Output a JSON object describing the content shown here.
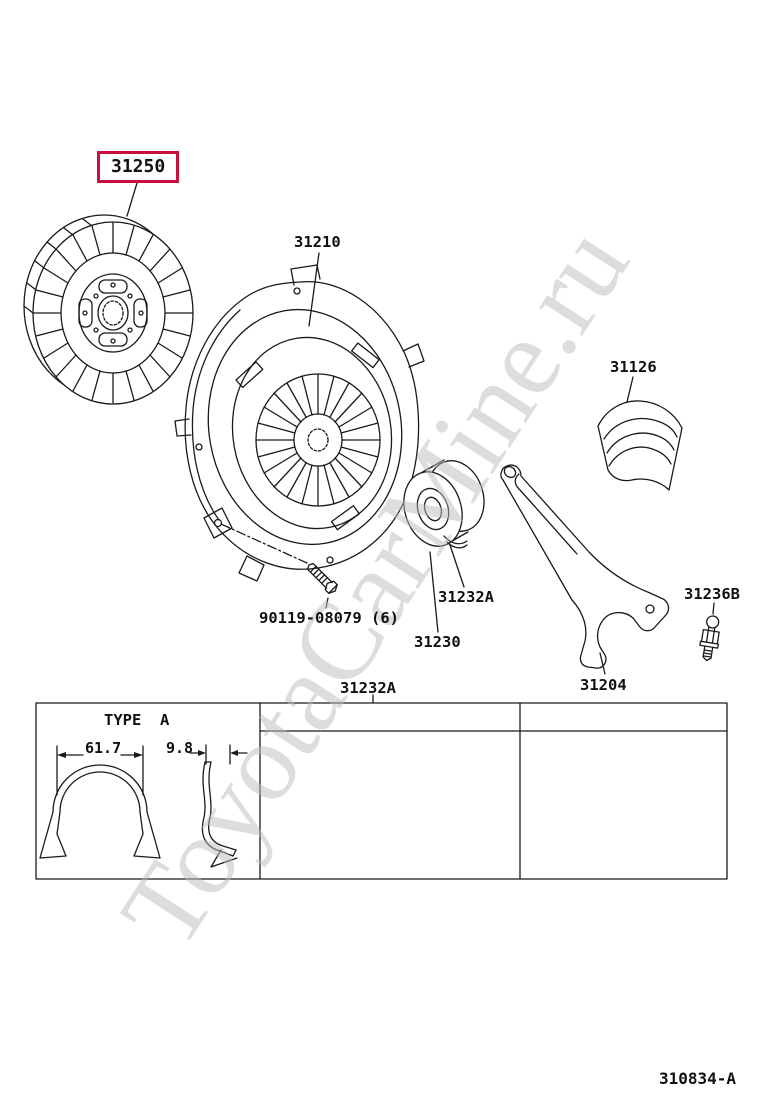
{
  "watermark": "ToyotaCarMine.ru",
  "footer": {
    "doc_number": "310834-A"
  },
  "callouts": {
    "clutch_disc": "31250",
    "clutch_cover": "31210",
    "boot": "31126",
    "flywheel_bolt": "90119-08079 (6)",
    "bearing_clip": "31232A",
    "release_bearing": "31230",
    "fork_pivot_bolt": "31236B",
    "release_fork": "31204",
    "clip_type_ref": "31232A"
  },
  "type_table": {
    "type_label": "TYPE  A",
    "dim_outer_width": "61.7",
    "dim_wire_depth": "9.8"
  },
  "colors": {
    "highlight_box": "#c8103e",
    "line": "#1a1a1a",
    "watermark": "#bdbdbd"
  }
}
